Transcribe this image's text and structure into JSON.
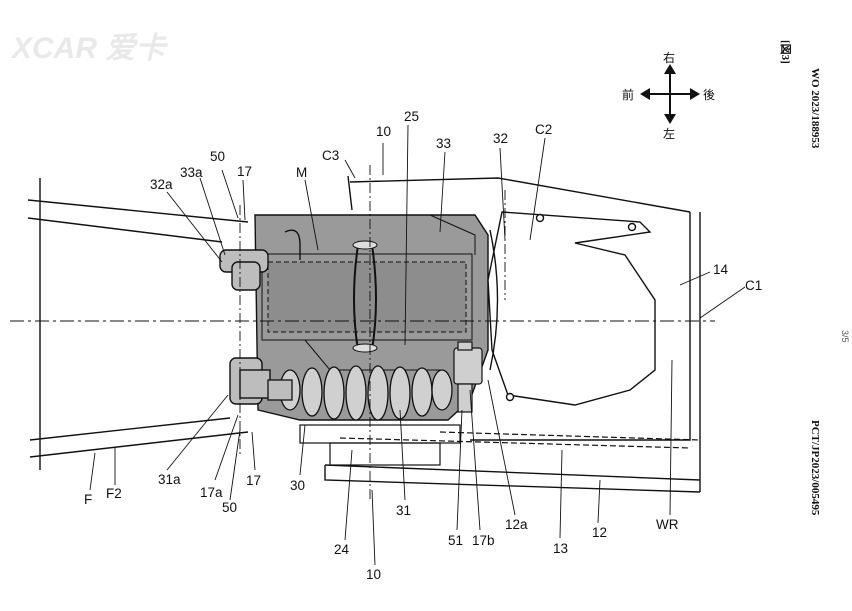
{
  "watermark": "XCAR 爱卡",
  "compass": {
    "up": "右",
    "down": "左",
    "left": "前",
    "right": "後"
  },
  "labels": {
    "l32a": "32a",
    "l33a": "33a",
    "l50": "50",
    "l17": "17",
    "lM": "M",
    "lC3": "C3",
    "l10": "10",
    "l25": "25",
    "l33": "33",
    "l32": "32",
    "lC2": "C2",
    "l14": "14",
    "lC1": "C1",
    "l31a": "31a",
    "l17a": "17a",
    "l30": "30",
    "l24": "24",
    "l31": "31",
    "l51": "51",
    "l17b": "17b",
    "l12a": "12a",
    "l13": "13",
    "l12": "12",
    "lWR": "WR",
    "lF": "F",
    "lF2": "F2"
  },
  "side": {
    "figure": "[図3]",
    "wo": "WO 2023/188953",
    "pct": "PCT/JP2023/005495",
    "page": "3/5"
  }
}
